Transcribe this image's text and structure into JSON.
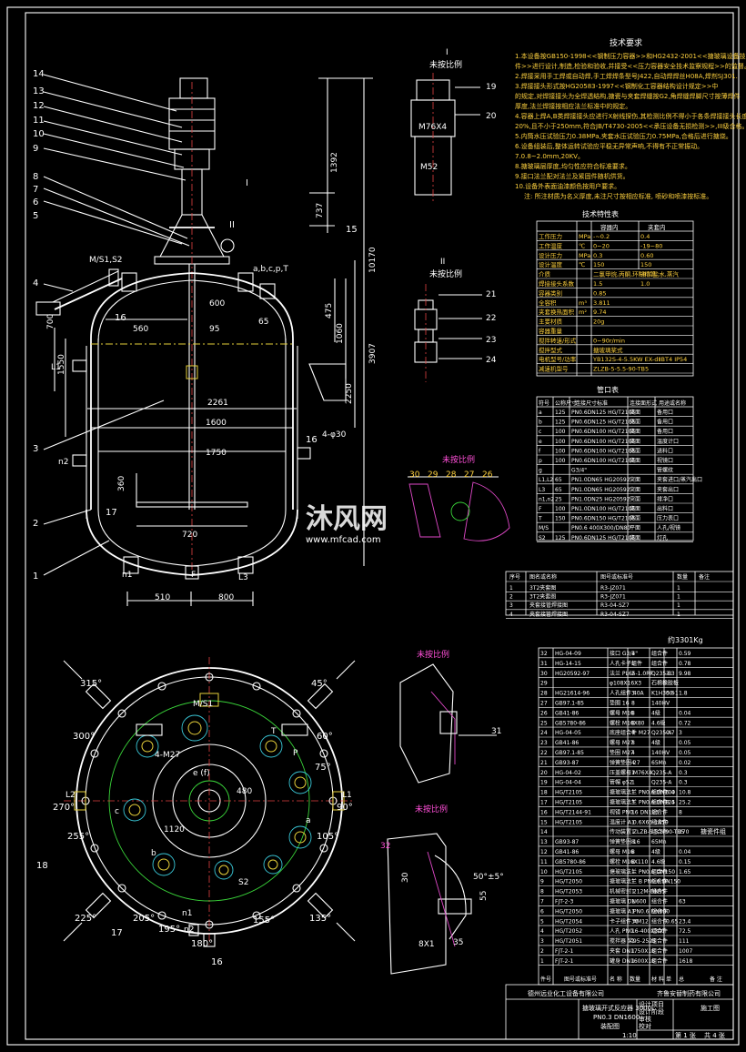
{
  "drawing": {
    "views": {
      "detail_i": {
        "title": "I",
        "note": "未按比例",
        "labels": [
          "19",
          "20"
        ],
        "dims": [
          "M76X4",
          "M52"
        ]
      },
      "detail_ii": {
        "title": "II",
        "note": "未按比例",
        "labels": [
          "21",
          "22",
          "23",
          "24"
        ]
      },
      "detail_iii": {
        "note": "未按比例",
        "labels": [
          "30",
          "29",
          "28",
          "27",
          "26"
        ]
      },
      "detail_iv": {
        "note": "未按比例",
        "labels": [
          "31"
        ]
      },
      "detail_v": {
        "note": "未按比例",
        "labels": [
          "32"
        ],
        "dims": [
          "30",
          "50°±5°",
          "55",
          "8X1",
          "35"
        ]
      }
    },
    "elevation": {
      "part_labels": [
        "14",
        "13",
        "12",
        "11",
        "10",
        "9",
        "8",
        "7",
        "6",
        "5",
        "4",
        "3",
        "2",
        "1"
      ],
      "right_labels": [
        "I",
        "II",
        "15",
        "16",
        "16",
        "17"
      ],
      "nozzles": [
        "M/S1,S2",
        "a,b,c,p,T",
        "L1",
        "n2",
        "n1",
        "F",
        "L3"
      ],
      "dims": [
        "1392",
        "737",
        "3907",
        "10170",
        "475",
        "1060",
        "2250",
        "700",
        "1550",
        "560",
        "600",
        "95",
        "65",
        "2261",
        "1600",
        "1750",
        "360",
        "720",
        "510",
        "800",
        "4-φ30"
      ]
    },
    "plan": {
      "angles": [
        "315°",
        "45°",
        "300°",
        "60°",
        "75°",
        "270°",
        "90°",
        "255°",
        "105°",
        "225°",
        "135°",
        "205°",
        "195°",
        "155°",
        "180°"
      ],
      "labels": [
        "M/S1",
        "4-M27",
        "T",
        "P",
        "e (f)",
        "L2",
        "L1",
        "c",
        "a",
        "b",
        "S2",
        "n1",
        "n2",
        "18",
        "17",
        "16"
      ],
      "dims": [
        "480",
        "1120"
      ]
    },
    "watermark": {
      "cn": "沐风网",
      "url": "www.mfcad.com"
    }
  },
  "tech_req": {
    "title": "技术要求",
    "items": [
      "1.本设备按GB150-1998<<钢制压力容器>>和HG2432-2001<<搪玻璃设备技术条",
      "件>>进行设计,制造,检验和验收,并接受<<压力容器安全技术监察规程>>的监督。",
      "2.焊接采用手工焊或自动焊,手工焊焊条型号J422,自动焊焊丝H08A,焊剂SJ301.",
      "3.焊接接头形式按HG20583-1997<<钢制化工容器结构设计规定>>中",
      "的规定,对焊接接头为全焊透结构,搪瓷与夹套焊缝按G2,角焊缝焊脚尺寸按薄焊件",
      "厚度,法兰焊接按相应法兰标准中的规定。",
      "4.容器上焊A,B类焊接接头应进行X射线探伤,其检测比例不得小于各条焊接接头长度的",
      "20%,且不小于250mm,符合JB/T4730-2005<<承压设备无损检测>>,III级合格。",
      "5.内筒水压试验压力0.38MPa,夹套水压试验压力0.75MPa,合格后进行搪烧。",
      "6.设备组装后,整体运转试验应平稳无异常声响,不得有不正常振动。",
      "7.0.8~2.0mm,20KV。",
      "8.搪玻璃层厚度,均匀性应符合标准要求。",
      "9.接口法兰配对法兰及紧固件随机供货。",
      "10.设备外表面油漆颜色按用户要求。",
      "注: 所注材质为名义厚度,未注尺寸按相应标准, 喷砂和喷漆按标准。"
    ]
  },
  "tech_chars": {
    "title": "技术特性表",
    "headers": [
      "",
      "",
      "容器内",
      "夹套内"
    ],
    "rows": [
      [
        "工作压力",
        "MPa",
        "-~0.2",
        "0.4"
      ],
      [
        "工作温度",
        "℃",
        "0~20",
        "-19~80"
      ],
      [
        "设计压力",
        "MPa",
        "0.3",
        "0.60"
      ],
      [
        "设计温度",
        "℃",
        "150",
        "150"
      ],
      [
        "介质",
        "",
        "二氯甲烷,丙酮,环糊精等",
        "-8℃盐水,蒸汽"
      ],
      [
        "焊接接头系数",
        "",
        "1.5",
        "1.0"
      ],
      [
        "容器类别",
        "",
        "0.85",
        ""
      ],
      [
        "全容积",
        "m³",
        "3.811",
        ""
      ],
      [
        "夹套换热面积",
        "m²",
        "9.74",
        ""
      ],
      [
        "主要材质",
        "",
        "20g",
        ""
      ],
      [
        "容器重量",
        "",
        "",
        ""
      ],
      [
        "搅拌转速/形式",
        "",
        "0~90r/min",
        ""
      ],
      [
        "搅拌型式",
        "",
        "搪玻璃桨式",
        ""
      ],
      [
        "电机型号/功率",
        "",
        "YB132S-4-5.5KW  EX-dⅡBT4  IP54",
        ""
      ],
      [
        "减速机型号",
        "",
        "ZLZB-5-5.5-90-TB5",
        ""
      ]
    ]
  },
  "nozzle_table": {
    "title": "管口表",
    "headers": [
      "符号",
      "公称尺寸",
      "连接尺寸标准",
      "连接面形式",
      "用途或名称"
    ],
    "rows": [
      [
        "a",
        "125",
        "PN0.6DN125 HG/T2105",
        "突面",
        "备用口"
      ],
      [
        "b",
        "125",
        "PN0.6DN125 HG/T2105",
        "突面",
        "备用口"
      ],
      [
        "c",
        "100",
        "PN0.6DN100 HG/T2105",
        "突面",
        "备用口"
      ],
      [
        "e",
        "100",
        "PN0.6DN100 HG/T2105",
        "突面",
        "温度计口"
      ],
      [
        "f",
        "100",
        "PN0.6DN100 HG/T2105",
        "突面",
        "进料口"
      ],
      [
        "p",
        "100",
        "PN0.6DN100 HG/T2105",
        "突面",
        "视镜口"
      ],
      [
        "g",
        "",
        "G3/4\"",
        "",
        "管螺纹"
      ],
      [
        "L1,L2",
        "65",
        "PN1.0DN65 HG20592",
        "突面",
        "夹套进口/蒸汽出口"
      ],
      [
        "L3",
        "65",
        "PN1.0DN65 HG20592",
        "突面",
        "夹套出口"
      ],
      [
        "n1,n2",
        "25",
        "PN1.0DN25 HG20592",
        "突面",
        "排净口"
      ],
      [
        "F",
        "100",
        "PN1.0DN100 HG/T2105",
        "突面",
        "出料口"
      ],
      [
        "T",
        "150",
        "PN0.6DN150 HG/T2105",
        "突面",
        "压力表口"
      ],
      [
        "M/S",
        "",
        "PN0.6 400X300/DN80",
        "平面",
        "人孔/视镜"
      ],
      [
        "S2",
        "125",
        "PN0.6DN125 HG/T2105",
        "突面",
        "灯孔"
      ]
    ]
  },
  "ref_table": {
    "headers": [
      "序号",
      "图名或名称",
      "图号或标准号",
      "数量",
      "备注"
    ],
    "rows": [
      [
        "1",
        "3T2夹套图",
        "R3-JZ071",
        "1",
        ""
      ],
      [
        "2",
        "3T2夹套图",
        "R3-JZ071",
        "1",
        ""
      ],
      [
        "3",
        "夹套接管焊接图",
        "R3-04-SZ7",
        "1",
        ""
      ],
      [
        "4",
        "夹套接管焊接图",
        "R3-04-SZ7",
        "1",
        ""
      ]
    ]
  },
  "bom": {
    "total_weight": "约3301Kg",
    "rows": [
      [
        "32",
        "HG-04-09",
        "接口 G3/4\"",
        "1",
        "组合件",
        "",
        "0.59"
      ],
      [
        "31",
        "HG-14-15",
        "人孔卡子组件",
        "1",
        "组合件",
        "",
        "0.78"
      ],
      [
        "30",
        "HG20592-97",
        "法兰 PL65-1.0RF",
        "2",
        "Q235-B",
        "3.3",
        "9.98"
      ],
      [
        "29",
        "",
        "φ108X16X3",
        "",
        "石棉橡胶板",
        "",
        ""
      ],
      [
        "28",
        "HG21614-96",
        "人孔组件 40A",
        "3",
        "K1H350-1",
        "0.6",
        "1.8"
      ],
      [
        "27",
        "GB97.1-85",
        "垫圈 16",
        "8",
        "140HV",
        "",
        ""
      ],
      [
        "26",
        "GB41-86",
        "螺母 M16",
        "8",
        "4级",
        "",
        "0.04"
      ],
      [
        "25",
        "GB5780-86",
        "螺栓 M16X80",
        "8",
        "4.6级",
        "",
        "0.72"
      ],
      [
        "24",
        "HG-04-05",
        "底座组合件 M27",
        "4",
        "Q235-A",
        "0.7",
        "3"
      ],
      [
        "23",
        "GB41-86",
        "螺母 M27",
        "8",
        "4级",
        "",
        "0.05"
      ],
      [
        "22",
        "GB97.1-85",
        "垫圈 M27",
        "4",
        "140HV",
        "",
        "0.05"
      ],
      [
        "21",
        "GB93-87",
        "弹簧垫圈 27",
        "4",
        "65Mn",
        "",
        "0.02"
      ],
      [
        "20",
        "HG-04-02",
        "压盖螺母 M76X4",
        "1",
        "Q235-A",
        "",
        "0.3"
      ],
      [
        "19",
        "HG-04-04",
        "管帽 φ52",
        "1",
        "Q235-A",
        "",
        "0.3"
      ],
      [
        "18",
        "HG/T2105",
        "搪玻璃法兰 PN0.6 DN100",
        "1",
        "组合件",
        "5.4",
        "10.8"
      ],
      [
        "17",
        "HG/T2105",
        "搪玻璃法兰 PN0.6 DN125",
        "3",
        "组合件",
        "8.4",
        "25.2"
      ],
      [
        "16",
        "HG/T2144-91",
        "视镜 PN0.6 DN125",
        "1",
        "组合件",
        "",
        "8"
      ],
      [
        "15",
        "HG/T2105",
        "温度计 A 0.6X65-1450",
        "1",
        "组合件",
        "",
        ""
      ],
      [
        "14",
        "",
        "传动装置 ZLZB-5-5.5-90-TB5",
        "1",
        "组合件",
        "",
        "270"
      ],
      [
        "13",
        "GB93-87",
        "弹簧垫圈 16",
        "8",
        "65Mn",
        "",
        ""
      ],
      [
        "12",
        "GB41-86",
        "螺母 M16",
        "8",
        "4级",
        "",
        "0.04"
      ],
      [
        "11",
        "GB5780-86",
        "螺栓 M16X110",
        "8",
        "4.6级",
        "",
        "0.15"
      ],
      [
        "10",
        "HG/T2105",
        "搪玻璃法兰 PN0.6 DN150",
        "1",
        "组合件",
        "",
        "1.65"
      ],
      [
        "9",
        "HG/T2050",
        "搪玻璃法兰 B PN0.6 DN150",
        "1",
        "组合件",
        "",
        ""
      ],
      [
        "8",
        "HG/T2053",
        "机械密封 212M-DN95",
        "1",
        "组合件",
        "",
        ""
      ],
      [
        "7",
        "FJT-2-3",
        "搪玻璃 DN600",
        "1",
        "组合件",
        "",
        "63"
      ],
      [
        "6",
        "HG/T2050",
        "搪玻璃 A PN0.6 DN600",
        "1",
        "组合件",
        "",
        ""
      ],
      [
        "5",
        "HG/T2054",
        "卡子组件 AM12",
        "36",
        "组合件",
        "0.65",
        "23.4"
      ],
      [
        "4",
        "HG/T2052",
        "人孔 PN0.6-400X300",
        "1",
        "组合件",
        "",
        "72.5"
      ],
      [
        "3",
        "HG/T2051",
        "搅拌器 桨95-2525",
        "1",
        "组合件",
        "",
        "111"
      ],
      [
        "2",
        "FJT-2-1",
        "夹套 DN1750X16",
        "1",
        "组合件",
        "",
        "1007"
      ],
      [
        "1",
        "FJT-2-1",
        "罐身 DN1600X16",
        "1",
        "组合件",
        "",
        "1618"
      ]
    ],
    "header": [
      "件号",
      "图号或标准号",
      "名 称",
      "数量",
      "材 料",
      "单",
      "总",
      "备 注"
    ],
    "side_note": "搪瓷件组"
  },
  "title_block": {
    "company_left": "德州远业化工设备有限公司",
    "company_right": "齐鲁安替制药有限公司",
    "product": "搪玻璃开式反应器 3000L",
    "spec": "PN0.3 DN1600",
    "sub": "装配图",
    "scale": "1:10",
    "sheet": "第 1 张",
    "total": "共 4 张",
    "design_stage": "施工图",
    "rows": [
      "设计项目",
      "设计阶段",
      "审核",
      "校对",
      "设计"
    ]
  }
}
